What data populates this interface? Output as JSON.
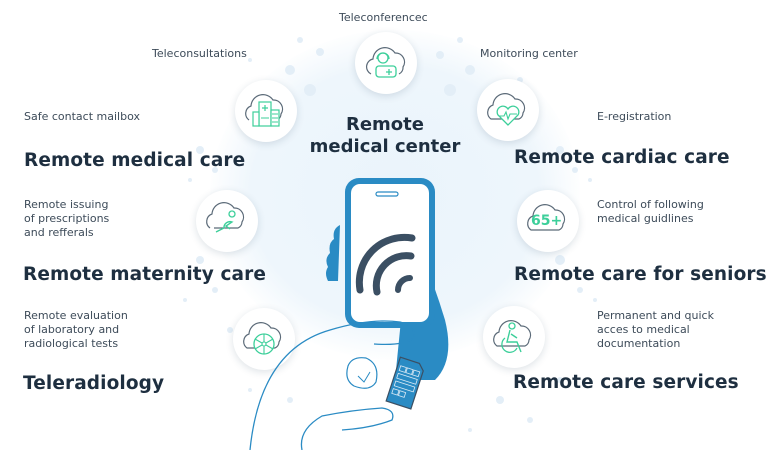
{
  "colors": {
    "heading": "#1e2f40",
    "body_text": "#3d4b59",
    "accent_green": "#3ccf9a",
    "accent_blue": "#2a8bc4",
    "icon_outline": "#5b6a78",
    "background_blob": "#eef6fc"
  },
  "center": {
    "title": "Remote\nmedical center",
    "icon": "smartphone-nfc-icon"
  },
  "top_labels": {
    "teleconference": "Teleconferencec",
    "teleconsultations": "Teleconsultations",
    "monitoring_center": "Monitoring center"
  },
  "left": [
    {
      "description": "Safe contact mailbox",
      "heading": "Remote medical care",
      "icon": "cloud-hospital-icon"
    },
    {
      "description": "Remote issuing\nof prescriptions\nand refferals",
      "heading": "Remote maternity care",
      "icon": "cloud-pregnant-woman-icon"
    },
    {
      "description": "Remote evaluation\nof laboratory and\nradiological tests",
      "heading": "Teleradiology",
      "icon": "cloud-radiation-icon"
    }
  ],
  "right": [
    {
      "description": "E-registration",
      "heading": "Remote cardiac care",
      "icon": "cloud-heart-icon"
    },
    {
      "description": "Control of following\nmedical guidlines",
      "heading": "Remote care for seniors",
      "icon": "cloud-65plus-icon"
    },
    {
      "description": "Permanent and quick\nacces to medical\ndocumentation",
      "heading": "Remote care services",
      "icon": "cloud-wheelchair-icon"
    }
  ],
  "top_icon": "cloud-headset-medical-icon",
  "badge_65": "65+"
}
